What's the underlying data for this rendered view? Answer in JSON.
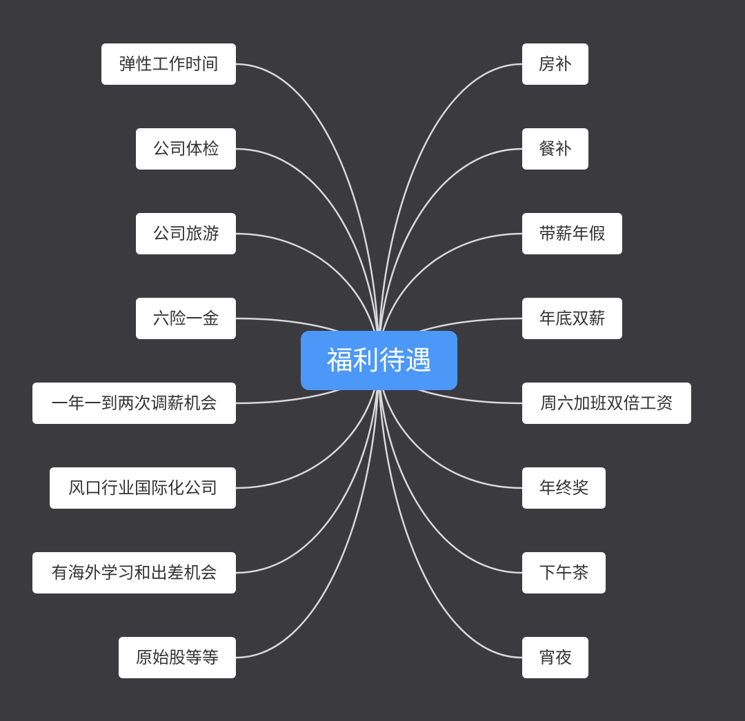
{
  "center": {
    "label": "福利待遇",
    "color": "#4c98f8"
  },
  "left_branches": [
    "弹性工作时间",
    "公司体检",
    "公司旅游",
    "六险一金",
    "一年一到两次调薪机会",
    "风口行业国际化公司",
    "有海外学习和出差机会",
    "原始股等等"
  ],
  "right_branches": [
    "房补",
    "餐补",
    "带薪年假",
    "年底双薪",
    "周六加班双倍工资",
    "年终奖",
    "下午茶",
    "宵夜"
  ],
  "colors": {
    "background": "#3a3a3f",
    "connector": "#d9d9d9",
    "node_fill": "#ffffff",
    "node_text": "#333333"
  }
}
